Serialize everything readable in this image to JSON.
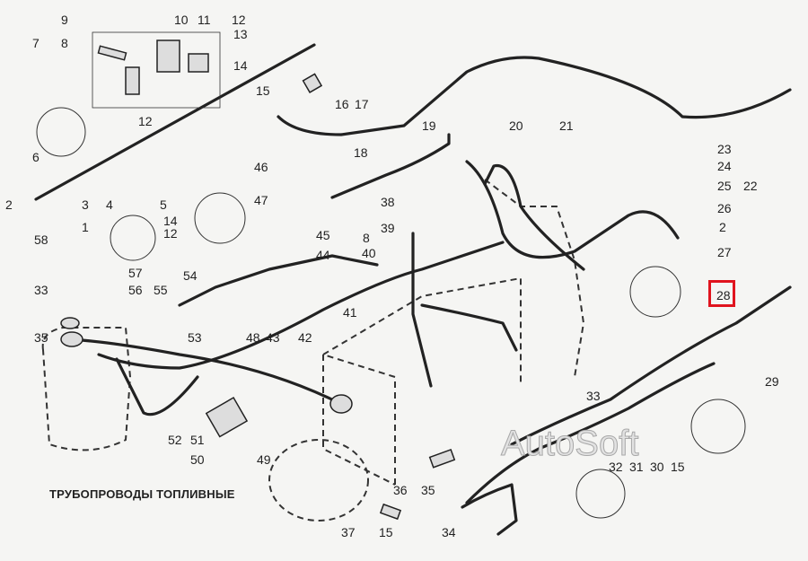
{
  "title": "ТРУБОПРОВОДЫ ТОПЛИВНЫЕ",
  "watermark": "AutoSoft",
  "highlight": {
    "callout": "28",
    "color": "#e0141e"
  },
  "callouts": [
    "9",
    "10",
    "11",
    "12",
    "13",
    "14",
    "7",
    "8",
    "15",
    "16",
    "17",
    "12",
    "6",
    "2",
    "3",
    "4",
    "5",
    "1",
    "46",
    "47",
    "14",
    "12",
    "58",
    "57",
    "56",
    "55",
    "54",
    "45",
    "44",
    "8",
    "40",
    "38",
    "39",
    "18",
    "19",
    "20",
    "21",
    "23",
    "24",
    "25",
    "22",
    "26",
    "2",
    "27",
    "28",
    "33",
    "35",
    "53",
    "48",
    "43",
    "42",
    "41",
    "52",
    "51",
    "50",
    "49",
    "36",
    "35",
    "37",
    "15",
    "34",
    "32",
    "31",
    "30",
    "15",
    "29",
    "33"
  ]
}
